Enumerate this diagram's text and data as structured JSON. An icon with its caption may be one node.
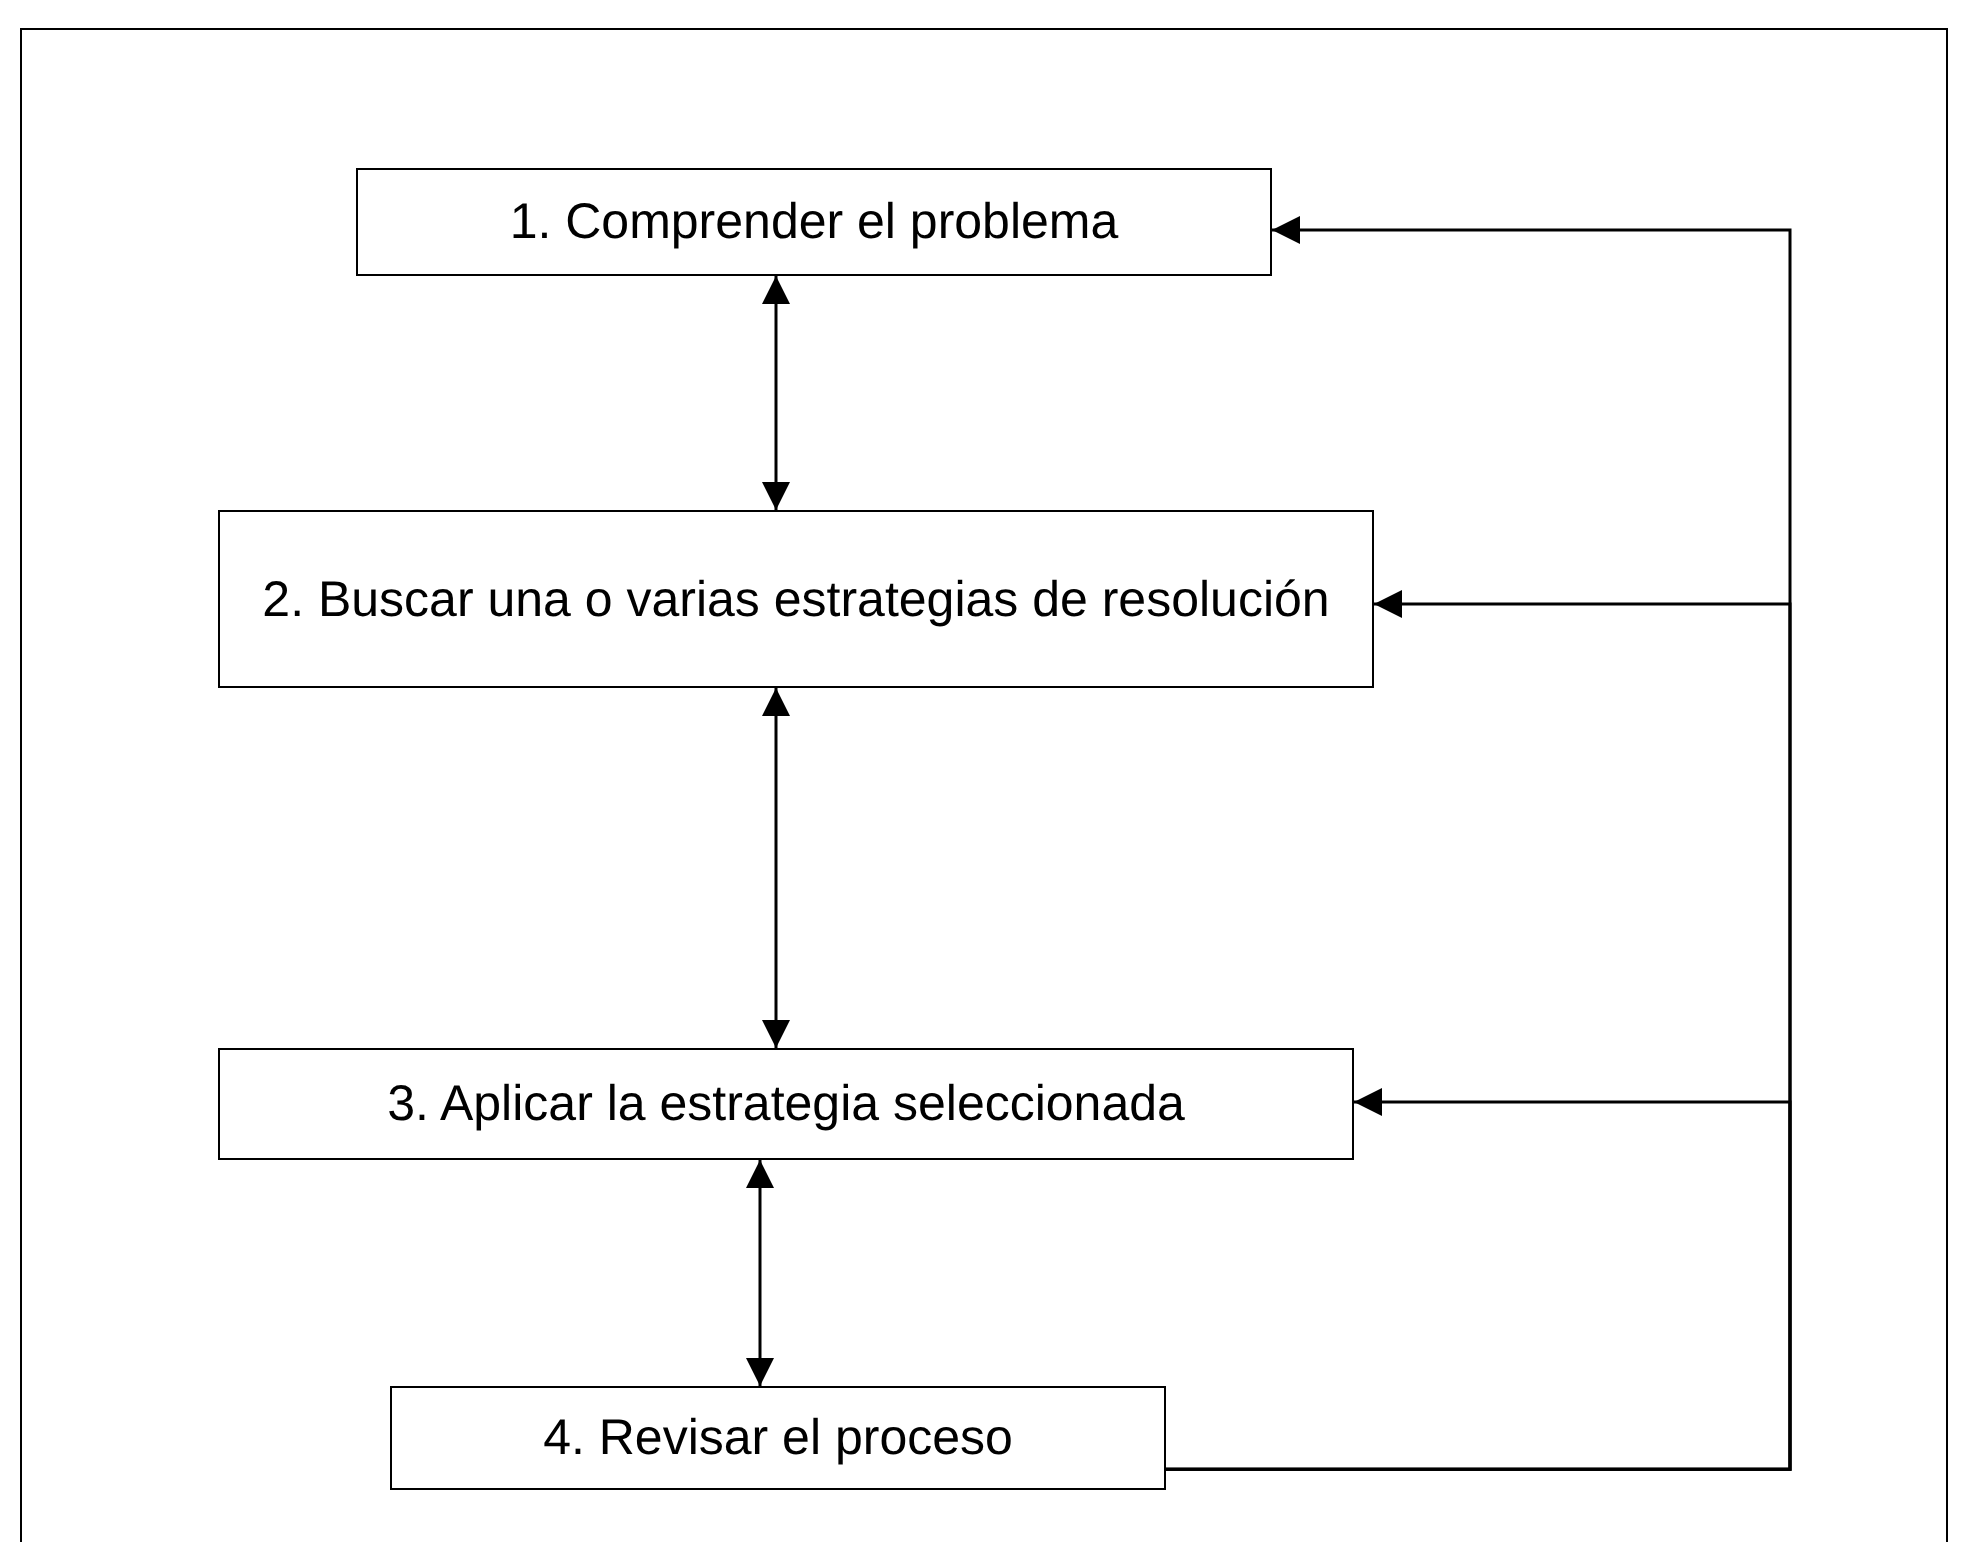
{
  "diagram": {
    "nodes": [
      {
        "text": [
          "1. Comprender el problema"
        ]
      },
      {
        "text": [
          "2. Buscar una o varias estrategias de resolución"
        ]
      },
      {
        "text": [
          "3. Aplicar la estrategia seleccionada"
        ]
      },
      {
        "text": [
          "4. Revisar el proceso"
        ]
      }
    ],
    "edges": [
      {
        "from": 0,
        "to": 1,
        "arrow": "both"
      },
      {
        "from": 1,
        "to": 2,
        "arrow": "both"
      },
      {
        "from": 2,
        "to": 3,
        "arrow": "both"
      },
      {
        "from": 3,
        "to": 0,
        "arrow": "to"
      },
      {
        "from": 3,
        "to": 1,
        "arrow": "to"
      },
      {
        "from": 3,
        "to": 2,
        "arrow": "to"
      }
    ]
  }
}
